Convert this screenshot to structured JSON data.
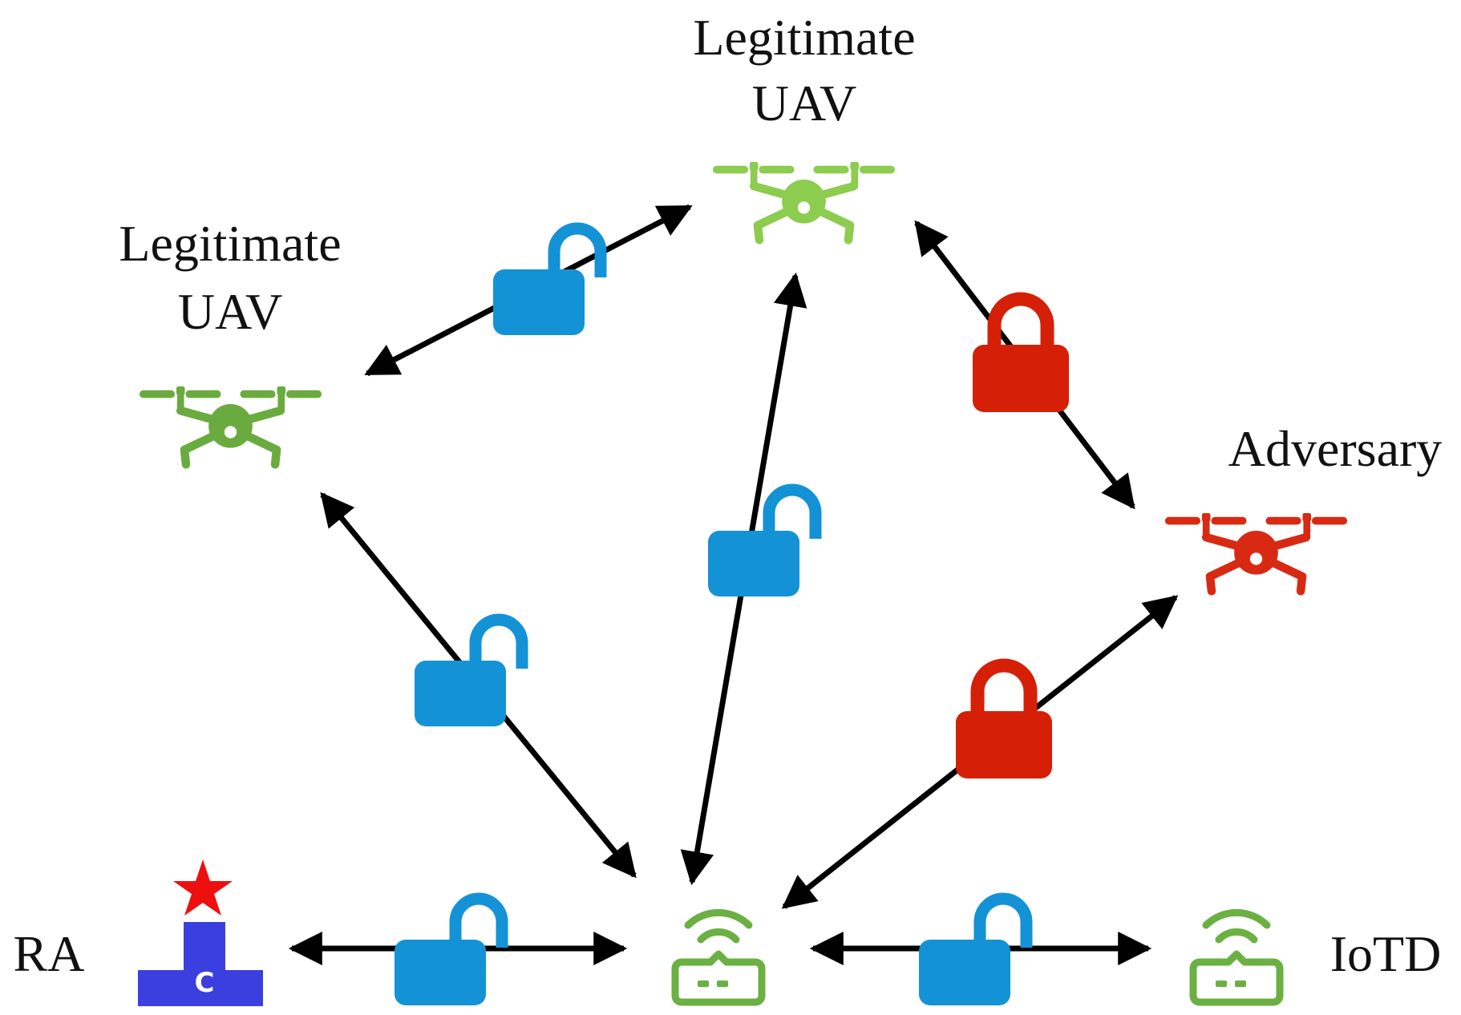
{
  "labels": {
    "uav_top_line1": "Legitimate",
    "uav_top_line2": "UAV",
    "uav_left_line1": "Legitimate",
    "uav_left_line2": "UAV",
    "adversary": "Adversary",
    "ra": "RA",
    "iotd": "IoTD",
    "ra_letter": "C"
  },
  "colors": {
    "secure_lock": "#1492d6",
    "insecure_lock": "#d61f07",
    "legit_uav_light": "#8ccc4e",
    "legit_uav_dark": "#6aab3f",
    "adversary_uav": "#d82a13",
    "iot_device": "#6bb042",
    "ra_station": "#3b3fe0",
    "ra_star": "#ee0f0f",
    "arrow": "#000000"
  },
  "icons": {
    "uav": "drone-icon",
    "iot": "iot-router-icon",
    "ra": "registration-authority-icon",
    "secure_lock": "unlocked-padlock-icon",
    "insecure_lock": "locked-padlock-icon"
  }
}
